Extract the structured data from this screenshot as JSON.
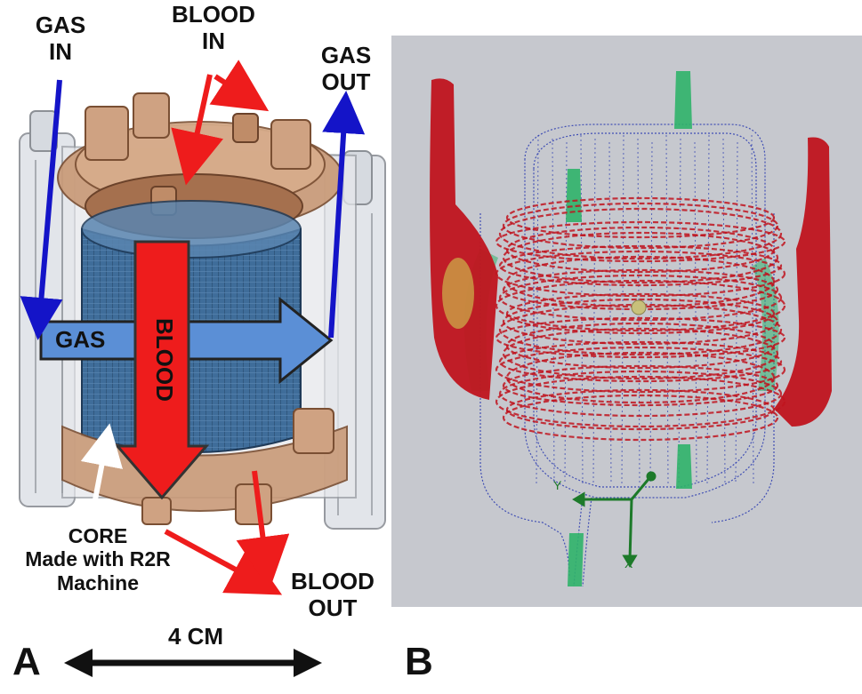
{
  "panel_a": {
    "letter": "A",
    "gas_in": [
      "GAS",
      "IN"
    ],
    "blood_in": [
      "BLOOD",
      "IN"
    ],
    "gas_out": [
      "GAS",
      "OUT"
    ],
    "gas_arrow_label": "GAS",
    "blood_arrow_label": "BLOOD",
    "core_caption": [
      "CORE",
      "Made with R2R",
      "Machine"
    ],
    "blood_out": [
      "BLOOD",
      "OUT"
    ],
    "scale_label": "4 CM"
  },
  "panel_b": {
    "letter": "B",
    "axis_labels": [
      "Y",
      "X"
    ]
  },
  "colors": {
    "blood_arrow": "#ee1c1c",
    "gas_arrow": "#5b8fd6",
    "flow_arrow_blue": "#1414c8",
    "streamline_red": "#c0141e",
    "streamline_blue": "#2a3bb0",
    "streamline_green": "#2fb36a",
    "core_blue": "#3f6d9a",
    "housing_copper": "#c08a64"
  }
}
